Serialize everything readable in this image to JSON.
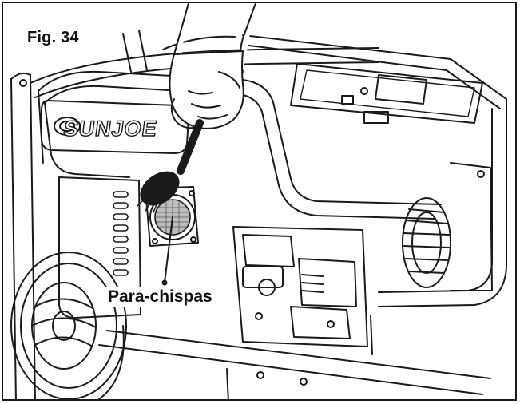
{
  "figure": {
    "label": "Fig. 34",
    "callout": "Para-chispas",
    "brand_mark": "SUNJOE"
  },
  "colors": {
    "line": "#1a1a1a",
    "background": "#ffffff",
    "screen_fill": "#bdbdbd"
  }
}
